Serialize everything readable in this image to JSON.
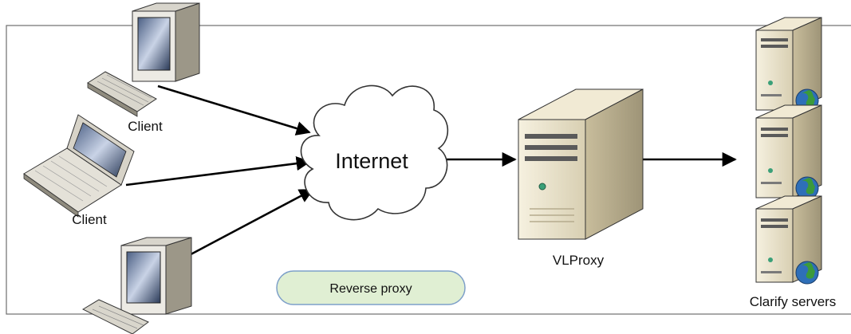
{
  "labels": {
    "client_top": "Client",
    "client_laptop": "Client",
    "internet": "Internet",
    "proxy": "VLProxy",
    "servers": "Clarify servers",
    "legend": "Reverse proxy"
  },
  "icons": {
    "desktop": "desktop-computer-icon",
    "laptop": "laptop-icon",
    "keyboard": "keyboard-icon",
    "cloud": "cloud-icon",
    "tower_server": "tower-server-icon",
    "web_server": "web-server-icon",
    "globe": "globe-icon"
  },
  "colors": {
    "frame": "#6e6e6e",
    "case_front": "#ece5cf",
    "case_side": "#b8ad8c",
    "monitor_front": "#eceae4",
    "screen": "#2a3a58",
    "legend_fill": "#e0efd3",
    "legend_stroke": "#7ea0c9",
    "globe_blue": "#2e6fb8",
    "globe_green": "#3b9a3b"
  }
}
